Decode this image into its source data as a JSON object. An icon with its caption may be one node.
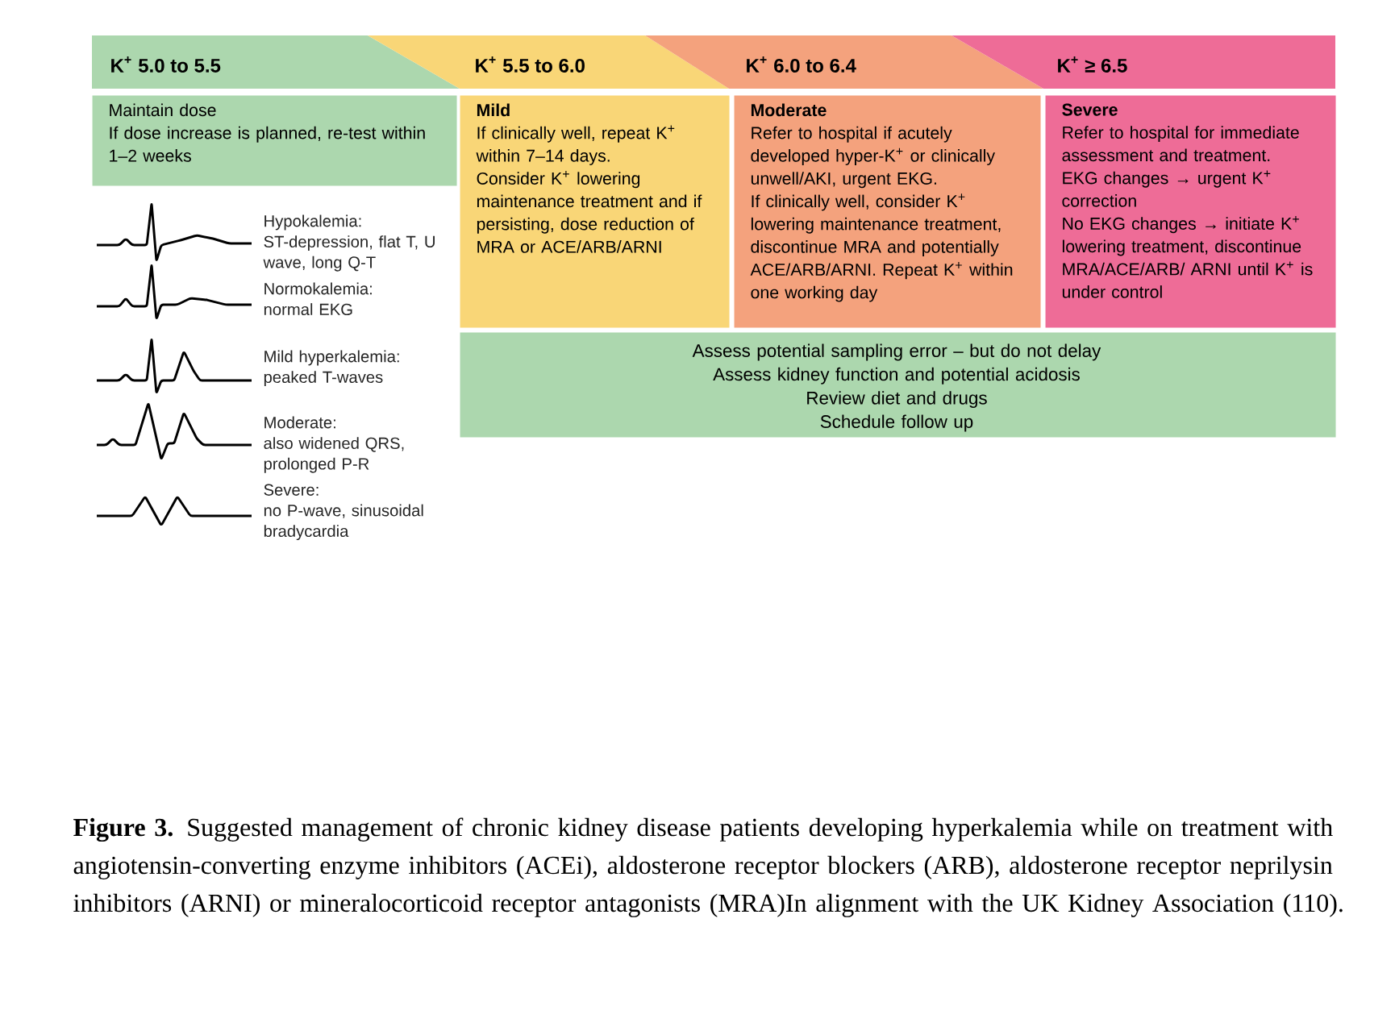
{
  "diagram": {
    "caption": "**Figure 3.** Suggested management of chronic kidney disease patients developing hyperkalemia while on treatment with angiotensin-converting enzyme inhibitors (ACEi), aldosterone receptor blockers (ARB), aldosterone receptor neprilysin inhibitors (ARNI) or mineralocorticoid receptor antagonists (MRA)In alignment with the UK Kidney Association (110).",
    "nodes": [
      {
        "text": [
          "K$^{+}$ 5.0 to 5.5"
        ]
      },
      {
        "text": [
          "K$^{+}$ 5.5 to 6.0"
        ]
      },
      {
        "text": [
          "K$^{+}$ 6.0 to 6.4"
        ]
      },
      {
        "text": [
          "K$^{+}$ ≥ 6.5"
        ]
      },
      {
        "text": [
          "Maintain dose",
          "If dose increase is planned, re-test within 1–2 weeks"
        ]
      },
      {
        "text": [
          "Mild",
          "If clinically well, repeat K$^{+}$ within 7–14 days.",
          "Consider K$^{+}$ lowering maintenance treatment and if persisting, dose reduction of MRA or ACE/ARB/ARNI"
        ]
      },
      {
        "text": [
          "Moderate",
          "Refer to hospital if acutely developed hyper-K$^{+}$ or clinically unwell/AKI, urgent EKG.",
          "If clinically well, consider K$^{+}$ lowering maintenance treatment, discontinue MRA and potentially ACE/ARB/ARNI. Repeat K$^{+}$ within one working day"
        ]
      },
      {
        "text": [
          "Severe",
          "Refer to hospital for immediate assessment and treatment.",
          "EKG changes → urgent K$^{+}$ correction",
          "No EKG changes → initiate K$^{+}$ lowering treatment, discontinue MRA/ACE/ARB/ ARNI until K$^{+}$ is under control"
        ]
      },
      {
        "text": [
          "Assess potential sampling error – but do not delay",
          "Assess kidney function and potential acidosis",
          "Review diet and drugs",
          "Schedule follow up"
        ]
      }
    ],
    "labels": [
      "Hypokalemia:",
      "ST-depression, flat T, U wave, long Q-T",
      "Normokalemia:",
      "normal EKG",
      "Mild hyperkalemia:",
      "peaked T-waves",
      "Moderate:",
      "also widened QRS, prolonged P-R",
      "Severe:",
      "no P-wave, sinusoidal bradycardia"
    ]
  }
}
